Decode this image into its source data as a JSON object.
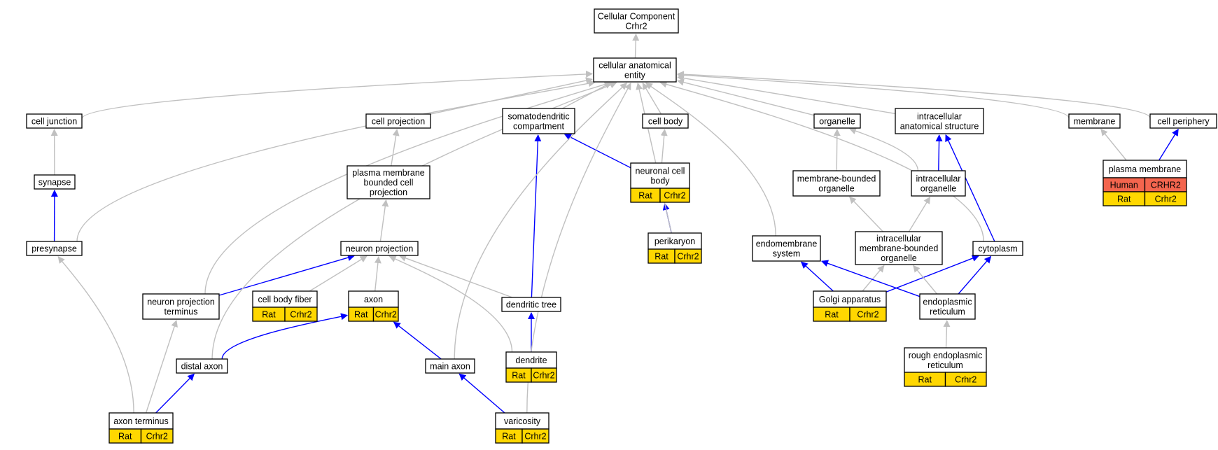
{
  "colors": {
    "is_a": "#c0c0c0",
    "part_of": "#0000ff",
    "rat_badge": "#ffd700",
    "human_badge": "#f4654e"
  },
  "nodes": {
    "root": {
      "lines": [
        "Cellular Component",
        "Crhr2"
      ]
    },
    "cae": {
      "lines": [
        "cellular anatomical",
        "entity"
      ]
    },
    "cell_junction": {
      "lines": [
        "cell junction"
      ]
    },
    "cell_projection": {
      "lines": [
        "cell projection"
      ]
    },
    "somatodendritic": {
      "lines": [
        "somatodendritic",
        "compartment"
      ]
    },
    "cell_body": {
      "lines": [
        "cell body"
      ]
    },
    "organelle": {
      "lines": [
        "organelle"
      ]
    },
    "intracellular_as": {
      "lines": [
        "intracellular",
        "anatomical structure"
      ]
    },
    "membrane": {
      "lines": [
        "membrane"
      ]
    },
    "cell_periphery": {
      "lines": [
        "cell periphery"
      ]
    },
    "synapse": {
      "lines": [
        "synapse"
      ]
    },
    "pm_bounded": {
      "lines": [
        "plasma membrane",
        "bounded cell",
        "projection"
      ]
    },
    "neuronal_cell_body": {
      "lines": [
        "neuronal cell",
        "body"
      ],
      "badges": [
        [
          "Rat",
          "Crhr2"
        ]
      ]
    },
    "membrane_bounded": {
      "lines": [
        "membrane-bounded",
        "organelle"
      ]
    },
    "intracellular_org": {
      "lines": [
        "intracellular",
        "organelle"
      ]
    },
    "plasma_membrane": {
      "lines": [
        "plasma membrane"
      ],
      "badges": [
        [
          "Human",
          "CRHR2"
        ],
        [
          "Rat",
          "Crhr2"
        ]
      ]
    },
    "perikaryon": {
      "lines": [
        "perikaryon"
      ],
      "badges": [
        [
          "Rat",
          "Crhr2"
        ]
      ]
    },
    "presynapse": {
      "lines": [
        "presynapse"
      ]
    },
    "neuron_projection": {
      "lines": [
        "neuron projection"
      ]
    },
    "endomembrane": {
      "lines": [
        "endomembrane",
        "system"
      ]
    },
    "intracellular_mbo": {
      "lines": [
        "intracellular",
        "membrane-bounded",
        "organelle"
      ]
    },
    "cytoplasm": {
      "lines": [
        "cytoplasm"
      ]
    },
    "npt": {
      "lines": [
        "neuron projection",
        "terminus"
      ]
    },
    "cell_body_fiber": {
      "lines": [
        "cell body fiber"
      ],
      "badges": [
        [
          "Rat",
          "Crhr2"
        ]
      ]
    },
    "axon": {
      "lines": [
        "axon"
      ],
      "badges": [
        [
          "Rat",
          "Crhr2"
        ]
      ]
    },
    "dendritic_tree": {
      "lines": [
        "dendritic tree"
      ]
    },
    "golgi": {
      "lines": [
        "Golgi apparatus"
      ],
      "badges": [
        [
          "Rat",
          "Crhr2"
        ]
      ]
    },
    "er": {
      "lines": [
        "endoplasmic",
        "reticulum"
      ]
    },
    "distal_axon": {
      "lines": [
        "distal axon"
      ]
    },
    "main_axon": {
      "lines": [
        "main axon"
      ]
    },
    "dendrite": {
      "lines": [
        "dendrite"
      ],
      "badges": [
        [
          "Rat",
          "Crhr2"
        ]
      ]
    },
    "rough_er": {
      "lines": [
        "rough endoplasmic",
        "reticulum"
      ],
      "badges": [
        [
          "Rat",
          "Crhr2"
        ]
      ]
    },
    "axon_terminus": {
      "lines": [
        "axon terminus"
      ],
      "badges": [
        [
          "Rat",
          "Crhr2"
        ]
      ]
    },
    "varicosity": {
      "lines": [
        "varicosity"
      ],
      "badges": [
        [
          "Rat",
          "Crhr2"
        ]
      ]
    }
  },
  "edges": [
    {
      "from": "cae",
      "to": "root",
      "rel": "is_a"
    },
    {
      "from": "cell_junction",
      "to": "cae",
      "rel": "is_a"
    },
    {
      "from": "cell_projection",
      "to": "cae",
      "rel": "is_a"
    },
    {
      "from": "somatodendritic",
      "to": "cae",
      "rel": "is_a"
    },
    {
      "from": "cell_body",
      "to": "cae",
      "rel": "is_a"
    },
    {
      "from": "organelle",
      "to": "cae",
      "rel": "is_a"
    },
    {
      "from": "intracellular_as",
      "to": "cae",
      "rel": "is_a"
    },
    {
      "from": "membrane",
      "to": "cae",
      "rel": "is_a"
    },
    {
      "from": "cell_periphery",
      "to": "cae",
      "rel": "is_a"
    },
    {
      "from": "synapse",
      "to": "cell_junction",
      "rel": "is_a"
    },
    {
      "from": "presynapse",
      "to": "synapse",
      "rel": "part_of"
    },
    {
      "from": "presynapse",
      "to": "cae",
      "rel": "is_a"
    },
    {
      "from": "pm_bounded",
      "to": "cell_projection",
      "rel": "is_a"
    },
    {
      "from": "neuron_projection",
      "to": "pm_bounded",
      "rel": "is_a"
    },
    {
      "from": "neuronal_cell_body",
      "to": "cell_body",
      "rel": "is_a"
    },
    {
      "from": "neuronal_cell_body",
      "to": "somatodendritic",
      "rel": "part_of"
    },
    {
      "from": "perikaryon",
      "to": "neuronal_cell_body",
      "rel": "part_of"
    },
    {
      "from": "perikaryon",
      "to": "cae",
      "rel": "is_a"
    },
    {
      "from": "membrane_bounded",
      "to": "organelle",
      "rel": "is_a"
    },
    {
      "from": "intracellular_org",
      "to": "organelle",
      "rel": "is_a"
    },
    {
      "from": "intracellular_org",
      "to": "intracellular_as",
      "rel": "part_of"
    },
    {
      "from": "intracellular_mbo",
      "to": "membrane_bounded",
      "rel": "is_a"
    },
    {
      "from": "intracellular_mbo",
      "to": "intracellular_org",
      "rel": "is_a"
    },
    {
      "from": "plasma_membrane",
      "to": "membrane",
      "rel": "is_a"
    },
    {
      "from": "plasma_membrane",
      "to": "cell_periphery",
      "rel": "part_of"
    },
    {
      "from": "endomembrane",
      "to": "cae",
      "rel": "is_a"
    },
    {
      "from": "cytoplasm",
      "to": "intracellular_as",
      "rel": "part_of"
    },
    {
      "from": "cytoplasm",
      "to": "cae",
      "rel": "is_a"
    },
    {
      "from": "npt",
      "to": "neuron_projection",
      "rel": "part_of"
    },
    {
      "from": "npt",
      "to": "cae",
      "rel": "is_a"
    },
    {
      "from": "cell_body_fiber",
      "to": "neuron_projection",
      "rel": "is_a"
    },
    {
      "from": "axon",
      "to": "neuron_projection",
      "rel": "is_a"
    },
    {
      "from": "dendritic_tree",
      "to": "neuron_projection",
      "rel": "is_a"
    },
    {
      "from": "dendritic_tree",
      "to": "somatodendritic",
      "rel": "part_of"
    },
    {
      "from": "golgi",
      "to": "endomembrane",
      "rel": "part_of"
    },
    {
      "from": "golgi",
      "to": "intracellular_mbo",
      "rel": "is_a"
    },
    {
      "from": "golgi",
      "to": "cytoplasm",
      "rel": "part_of"
    },
    {
      "from": "er",
      "to": "endomembrane",
      "rel": "part_of"
    },
    {
      "from": "er",
      "to": "intracellular_mbo",
      "rel": "is_a"
    },
    {
      "from": "er",
      "to": "cytoplasm",
      "rel": "part_of"
    },
    {
      "from": "rough_er",
      "to": "er",
      "rel": "is_a"
    },
    {
      "from": "distal_axon",
      "to": "axon",
      "rel": "part_of"
    },
    {
      "from": "distal_axon",
      "to": "cae",
      "rel": "is_a"
    },
    {
      "from": "main_axon",
      "to": "axon",
      "rel": "part_of"
    },
    {
      "from": "main_axon",
      "to": "cae",
      "rel": "is_a"
    },
    {
      "from": "dendrite",
      "to": "dendritic_tree",
      "rel": "part_of"
    },
    {
      "from": "dendrite",
      "to": "neuron_projection",
      "rel": "is_a"
    },
    {
      "from": "axon_terminus",
      "to": "distal_axon",
      "rel": "part_of"
    },
    {
      "from": "axon_terminus",
      "to": "npt",
      "rel": "is_a"
    },
    {
      "from": "axon_terminus",
      "to": "presynapse",
      "rel": "is_a"
    },
    {
      "from": "varicosity",
      "to": "main_axon",
      "rel": "part_of"
    },
    {
      "from": "varicosity",
      "to": "cae",
      "rel": "is_a"
    }
  ]
}
